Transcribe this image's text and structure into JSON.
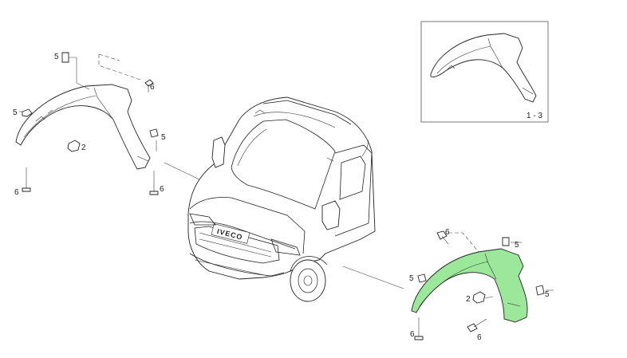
{
  "inset": {
    "label": "1 - 3"
  },
  "callouts": [
    {
      "id": "c5a",
      "text": "5"
    },
    {
      "id": "c6a",
      "text": "6"
    },
    {
      "id": "c5b",
      "text": "5"
    },
    {
      "id": "c2a",
      "text": "2"
    },
    {
      "id": "c5c",
      "text": "5"
    },
    {
      "id": "c6b",
      "text": "6"
    },
    {
      "id": "c6c",
      "text": "6"
    },
    {
      "id": "c6d",
      "text": "6"
    },
    {
      "id": "c5d",
      "text": "5"
    },
    {
      "id": "c5e",
      "text": "5"
    },
    {
      "id": "c5f",
      "text": "5"
    },
    {
      "id": "c2b",
      "text": "2"
    },
    {
      "id": "c6e",
      "text": "6"
    },
    {
      "id": "c6f",
      "text": "6"
    }
  ],
  "truck": {
    "grille_text": "IVECO"
  },
  "colors": {
    "highlight": "#9be89b",
    "line": "#222222"
  }
}
